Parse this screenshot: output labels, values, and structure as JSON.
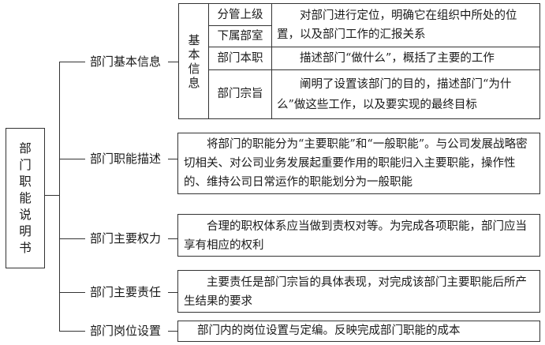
{
  "root": {
    "label": "部门职能说明书"
  },
  "branches": [
    {
      "label": "部门基本信息"
    },
    {
      "label": "部门职能描述"
    },
    {
      "label": "部门主要权力"
    },
    {
      "label": "部门主要责任"
    },
    {
      "label": "部门岗位设置"
    }
  ],
  "basic_info": {
    "side_label": "基本信息",
    "rows": [
      {
        "label": "分管上级"
      },
      {
        "label": "下属部室"
      },
      {
        "label": "部门本职",
        "text": "描述部门“做什么”，概括了主要的工作"
      },
      {
        "label": "部门宗旨",
        "text": "阐明了设置该部门的目的，描述部门“为什么”做这些工作，以及要实现的最终目标"
      }
    ],
    "merged_text": "对部门进行定位，明确它在组织中所处的位置，以及部门工作的汇报关系"
  },
  "function_desc": "将部门的职能分为“主要职能”和“一般职能”。与公司发展战略密切相关、对公司业务发展起重要作用的职能归入主要职能，操作性的、维持公司日常运作的职能划分为一般职能",
  "power_desc": "合理的职权体系应当做到责权对等。为完成各项职能，部门应当享有相应的权利",
  "responsibility_desc": "主要责任是部门宗旨的具体表现，对完成该部门主要职能后所产生结果的要求",
  "position_desc": "部门内的岗位设置与定编。反映完成部门职能的成本"
}
